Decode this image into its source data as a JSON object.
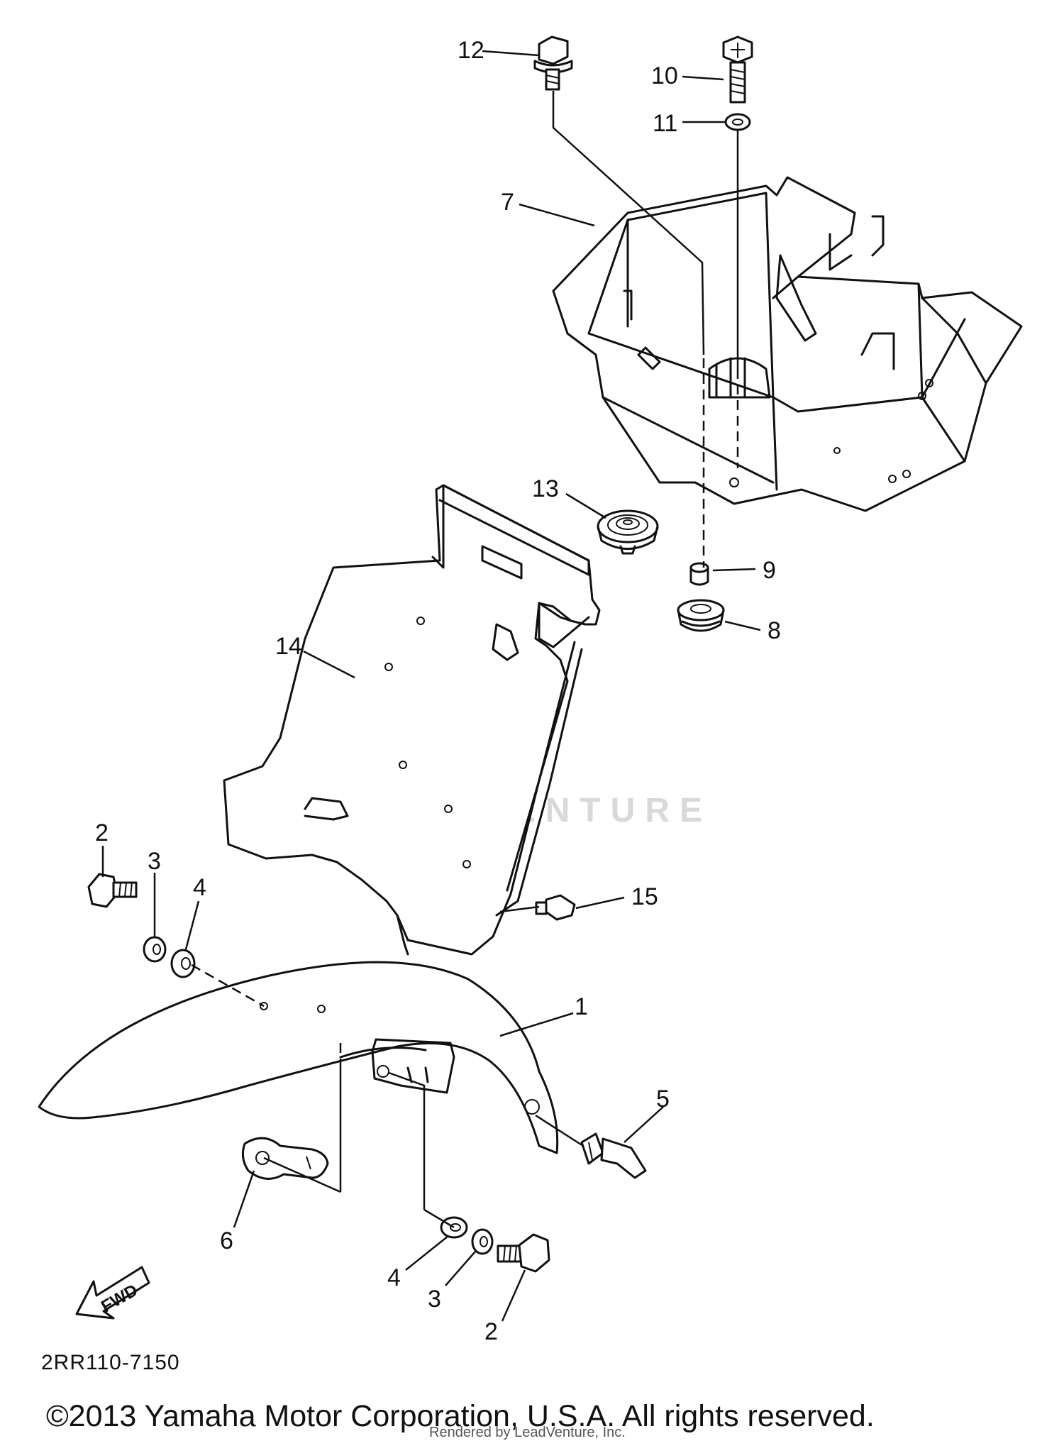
{
  "diagram": {
    "code": "2RR110-7150",
    "fwd_label": "FWD",
    "watermark": "LEADVENTURE",
    "callouts": [
      {
        "id": "c12",
        "label": "12"
      },
      {
        "id": "c10",
        "label": "10"
      },
      {
        "id": "c11",
        "label": "11"
      },
      {
        "id": "c7",
        "label": "7"
      },
      {
        "id": "c13",
        "label": "13"
      },
      {
        "id": "c9",
        "label": "9"
      },
      {
        "id": "c8",
        "label": "8"
      },
      {
        "id": "c14",
        "label": "14"
      },
      {
        "id": "c2a",
        "label": "2"
      },
      {
        "id": "c3a",
        "label": "3"
      },
      {
        "id": "c4a",
        "label": "4"
      },
      {
        "id": "c15",
        "label": "15"
      },
      {
        "id": "c1",
        "label": "1"
      },
      {
        "id": "c5",
        "label": "5"
      },
      {
        "id": "c6",
        "label": "6"
      },
      {
        "id": "c4b",
        "label": "4"
      },
      {
        "id": "c3b",
        "label": "3"
      },
      {
        "id": "c2b",
        "label": "2"
      }
    ]
  },
  "footer": {
    "copyright": "©2013 Yamaha Motor Corporation, U.S.A. All rights reserved.",
    "rendered_by": "Rendered by LeadVenture, Inc."
  }
}
